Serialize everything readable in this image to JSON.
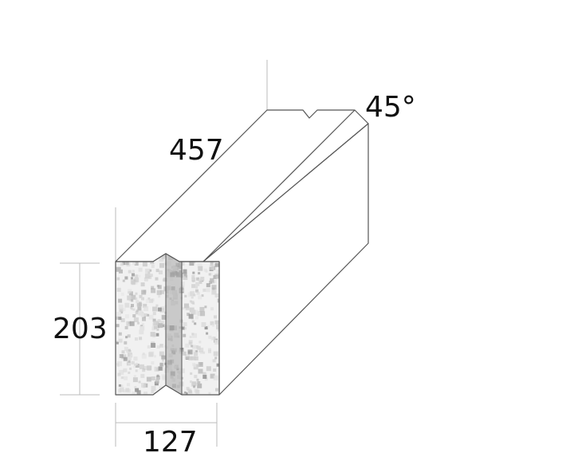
{
  "diagram": {
    "dimensions": {
      "length": "457",
      "height": "203",
      "width": "127",
      "angle": "45°"
    },
    "colors": {
      "outline": "#555555",
      "dimension_line": "#bbbbbb",
      "speckle_light": "#f1f1f1",
      "speckle_mid": "#cfcfcf",
      "speckle_dark": "#9a9a9a",
      "groove": "#a8a8a8"
    }
  }
}
